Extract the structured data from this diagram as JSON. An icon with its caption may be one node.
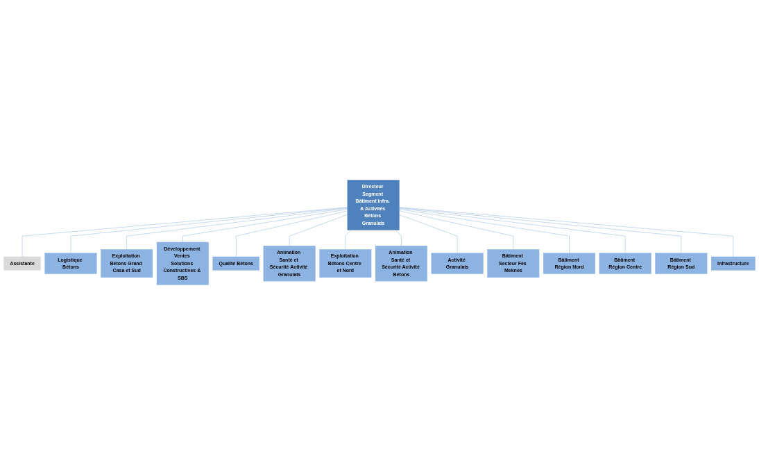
{
  "diagram": {
    "nodes": [
      {
        "text": [
          "Directeur Segment Bâtiment Infra. & Activités Bétons Granulats"
        ]
      },
      {
        "text": [
          "Assistante"
        ]
      },
      {
        "text": [
          "Logistique Bétons"
        ]
      },
      {
        "text": [
          "Exploitation Bétons Grand Casa et Sud"
        ]
      },
      {
        "text": [
          "Développement Ventes Solutions Constructives & SBS"
        ]
      },
      {
        "text": [
          "Qualité Bétons"
        ]
      },
      {
        "text": [
          "Animation Santé et Sécurité Activité Granulats"
        ]
      },
      {
        "text": [
          "Exploitation Bétons Centre et Nord"
        ]
      },
      {
        "text": [
          "Animation Santé et Sécurité Activité Bétons"
        ]
      },
      {
        "text": [
          "Activité Granulats"
        ]
      },
      {
        "text": [
          "Bâtiment Secteur Fès Meknès"
        ]
      },
      {
        "text": [
          "Bâtiment Région Nord"
        ]
      },
      {
        "text": [
          "Bâtiment Région Centre"
        ]
      },
      {
        "text": [
          "Bâtiment Région Sud"
        ]
      },
      {
        "text": [
          "Infrastructure"
        ]
      }
    ],
    "edges": [
      {
        "from": 0,
        "to": 1,
        "arrow": "none"
      },
      {
        "from": 0,
        "to": 2,
        "arrow": "none"
      },
      {
        "from": 0,
        "to": 3,
        "arrow": "none"
      },
      {
        "from": 0,
        "to": 4,
        "arrow": "none"
      },
      {
        "from": 0,
        "to": 5,
        "arrow": "none"
      },
      {
        "from": 0,
        "to": 6,
        "arrow": "none"
      },
      {
        "from": 0,
        "to": 7,
        "arrow": "none"
      },
      {
        "from": 0,
        "to": 8,
        "arrow": "none"
      },
      {
        "from": 0,
        "to": 9,
        "arrow": "none"
      },
      {
        "from": 0,
        "to": 10,
        "arrow": "none"
      },
      {
        "from": 0,
        "to": 11,
        "arrow": "none"
      },
      {
        "from": 0,
        "to": 12,
        "arrow": "none"
      },
      {
        "from": 0,
        "to": 13,
        "arrow": "none"
      },
      {
        "from": 0,
        "to": 14,
        "arrow": "none"
      }
    ]
  }
}
